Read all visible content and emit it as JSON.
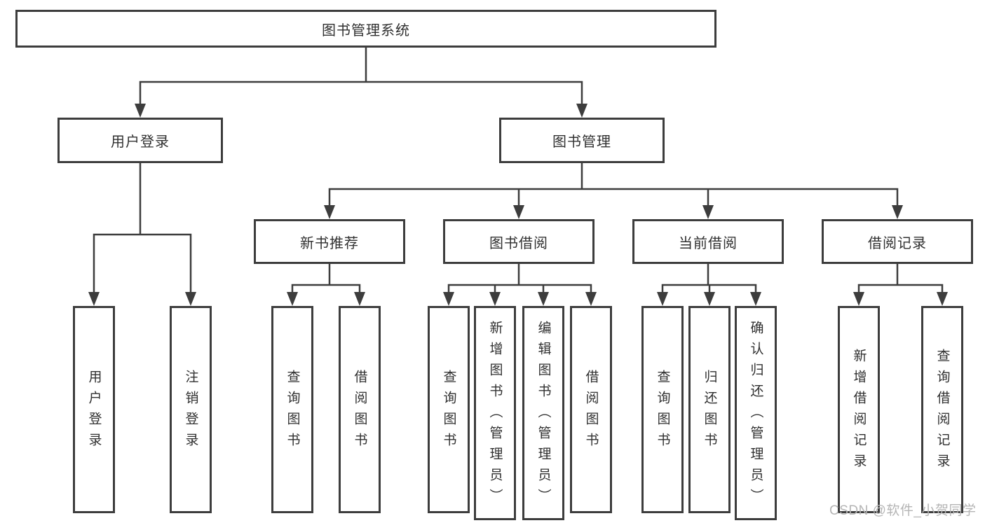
{
  "diagram": {
    "root": {
      "label": "图书管理系统"
    },
    "level2": {
      "user_login": {
        "label": "用户登录"
      },
      "book_mgmt": {
        "label": "图书管理"
      }
    },
    "level3": {
      "new_books": {
        "label": "新书推荐"
      },
      "book_borrow": {
        "label": "图书借阅"
      },
      "current_borrow": {
        "label": "当前借阅"
      },
      "borrow_records": {
        "label": "借阅记录"
      }
    },
    "leaves": {
      "user_login": [
        "用户登录",
        "注销登录"
      ],
      "new_books": [
        "查询图书",
        "借阅图书"
      ],
      "book_borrow": [
        "查询图书",
        "新增图书（管理员）",
        "编辑图书（管理员）",
        "借阅图书"
      ],
      "current_borrow": [
        "查询图书",
        "归还图书",
        "确认归还（管理员）"
      ],
      "borrow_records": [
        "新增借阅记录",
        "查询借阅记录"
      ]
    }
  },
  "watermark": {
    "text": "CSDN @软件_小贺同学"
  },
  "colors": {
    "line": "#3d3d3d",
    "text": "#303030",
    "background": "#ffffff",
    "watermark": "#b5b5b5"
  }
}
